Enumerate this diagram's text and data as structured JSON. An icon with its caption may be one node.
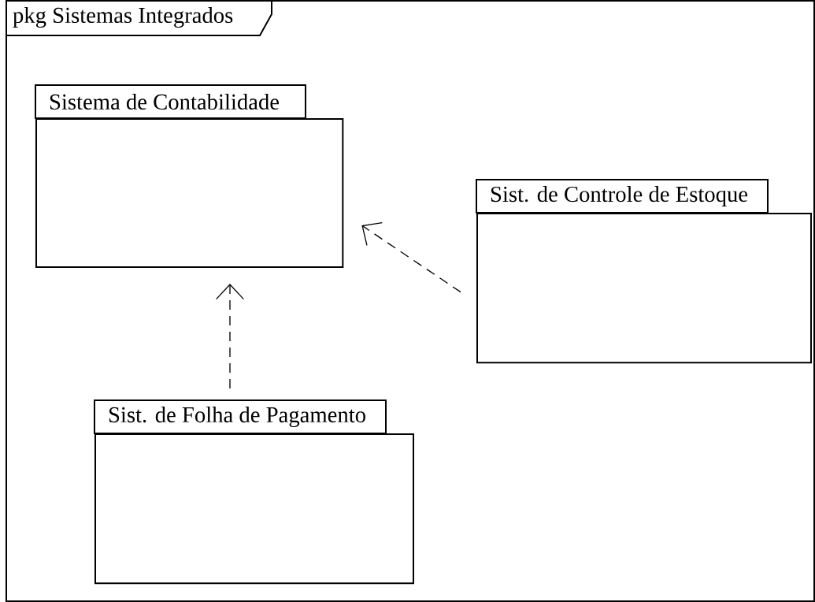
{
  "diagram": {
    "nodes": [
      {
        "text": [
          "pkg Sistemas Integrados"
        ]
      },
      {
        "text": [
          "Sistema de Contabilidade"
        ],
        "in": 0
      },
      {
        "text": [
          "Sist. de Controle de Estoque"
        ],
        "in": 0
      },
      {
        "text": [
          "Sist. de Folha de Pagamento"
        ],
        "in": 0
      }
    ],
    "edges": [
      {
        "from": 2,
        "to": 1,
        "arrow": "to",
        "style": "dashed"
      },
      {
        "from": 3,
        "to": 1,
        "arrow": "to",
        "style": "dashed"
      }
    ]
  }
}
